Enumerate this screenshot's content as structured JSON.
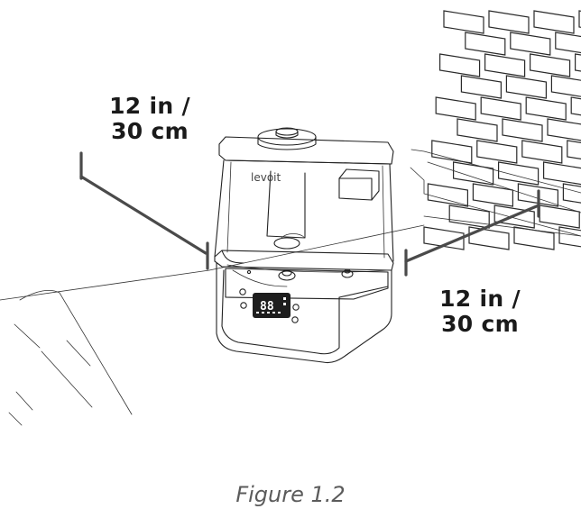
{
  "figure": {
    "dimension_left": {
      "line1": "12 in /",
      "line2": "30 cm"
    },
    "dimension_right": {
      "line1": "12 in /",
      "line2": "30 cm"
    },
    "caption": "Figure 1.2",
    "device": {
      "brand": "levoit",
      "display_digits": "88"
    }
  }
}
